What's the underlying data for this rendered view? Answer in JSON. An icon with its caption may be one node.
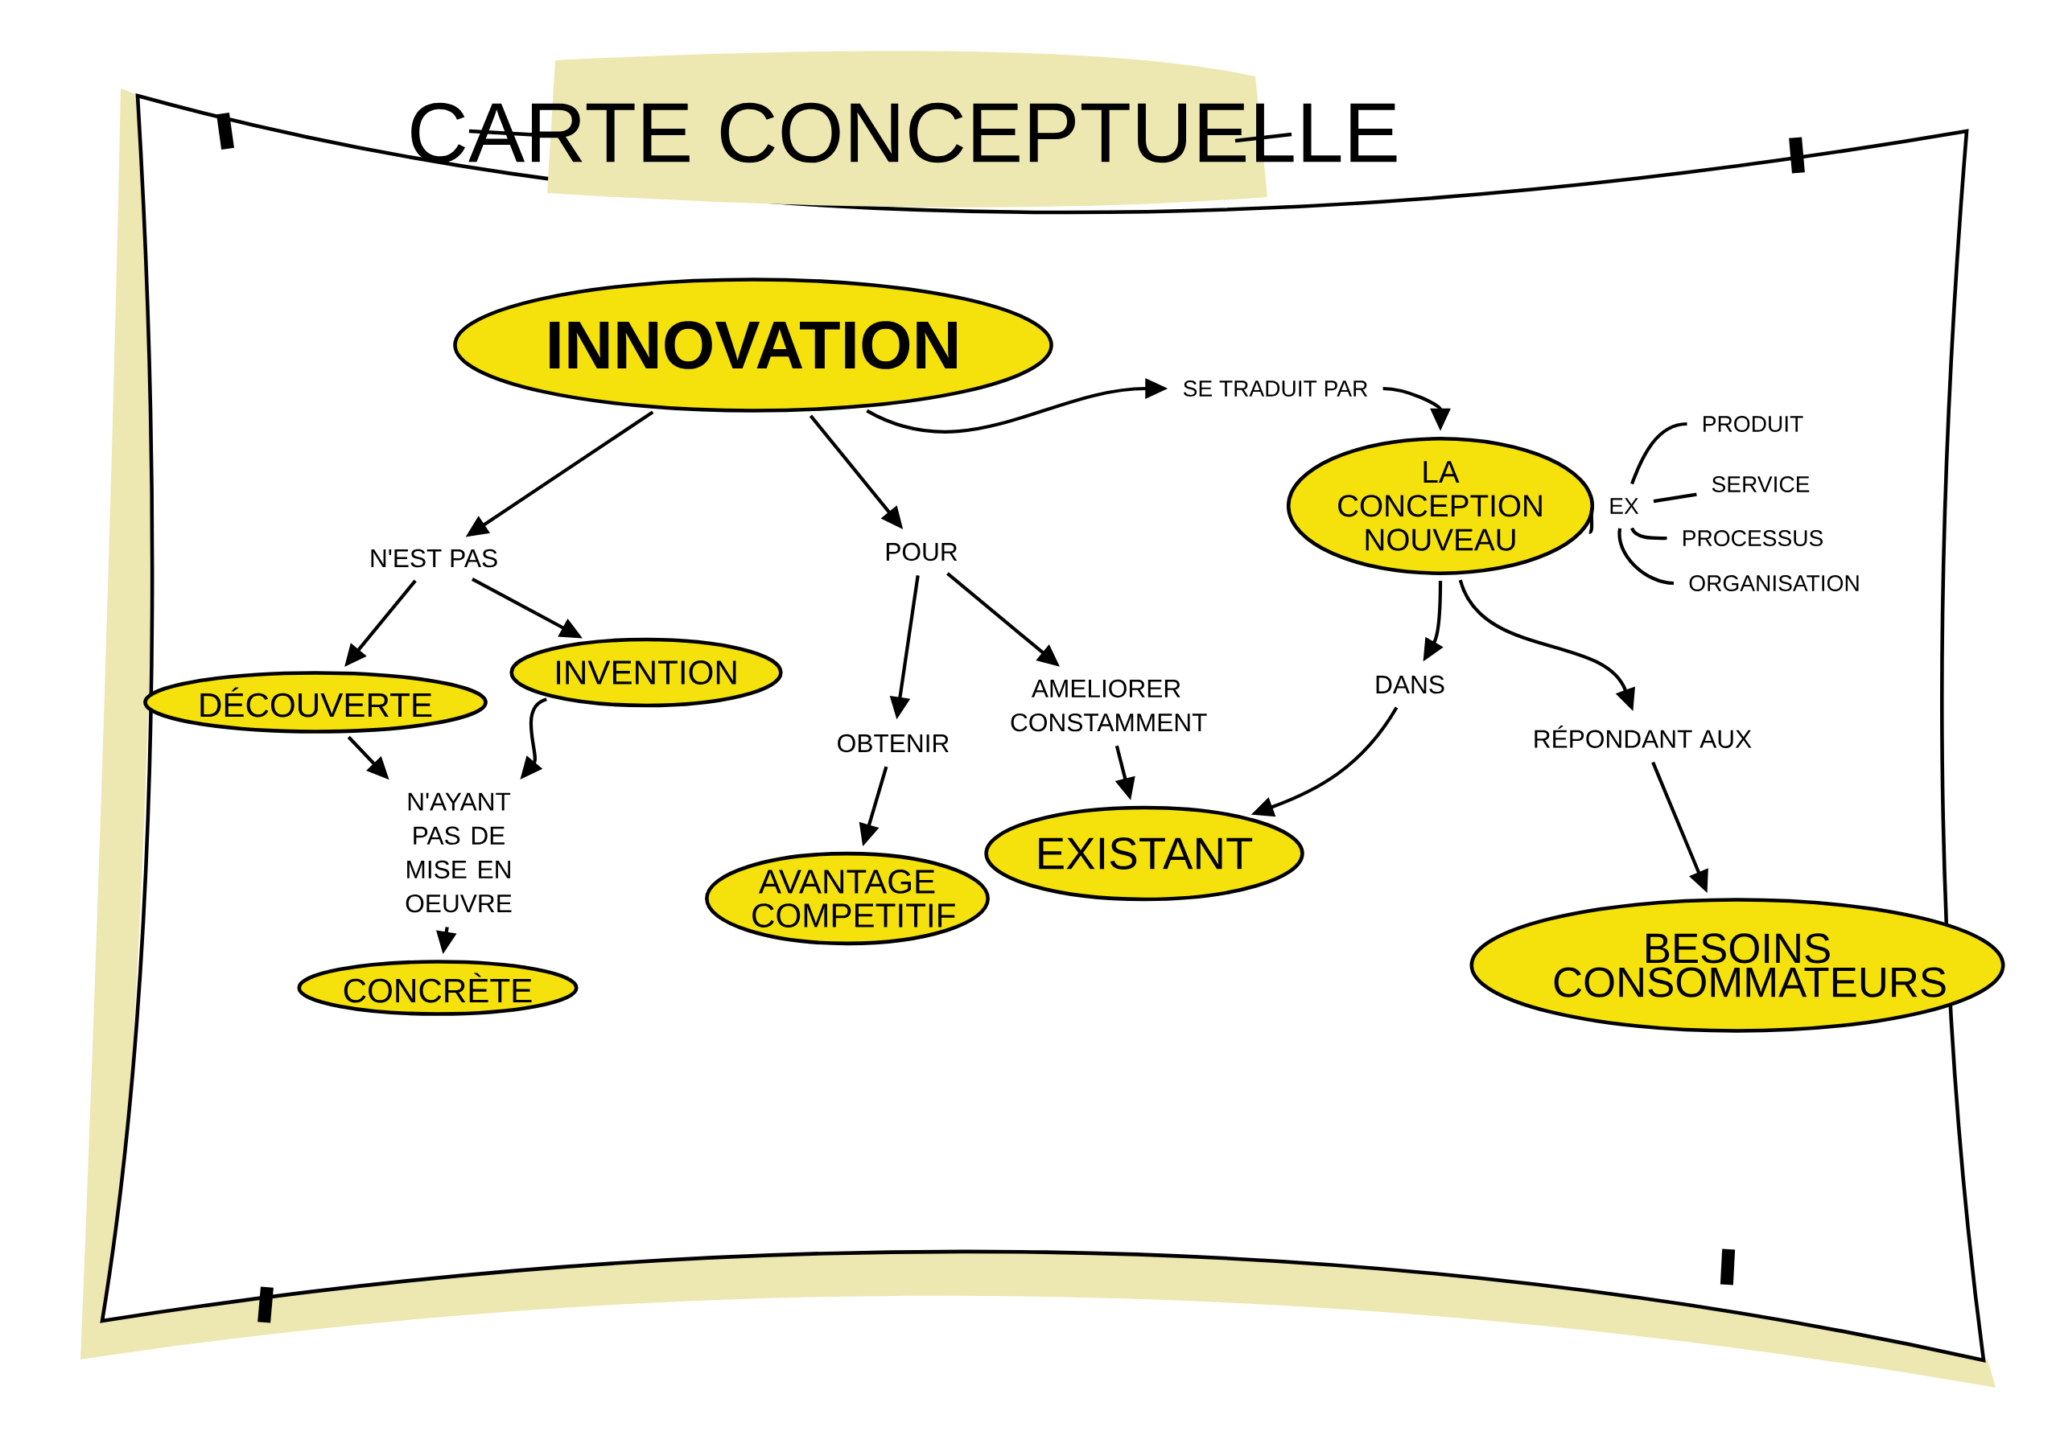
{
  "diagram": {
    "title": "CARTE CONCEPTUELLE",
    "nodes": [
      {
        "text": [
          "INNOVATION"
        ]
      },
      {
        "text": [
          "N'EST PAS"
        ]
      },
      {
        "text": [
          "POUR"
        ]
      },
      {
        "text": [
          "SE TRADUIT PAR"
        ]
      },
      {
        "text": [
          "LA CONCEPTION NOUVEAU"
        ]
      },
      {
        "text": [
          "EX"
        ]
      },
      {
        "text": [
          "PRODUIT"
        ]
      },
      {
        "text": [
          "SERVICE"
        ]
      },
      {
        "text": [
          "PROCESSUS"
        ]
      },
      {
        "text": [
          "ORGANISATION"
        ]
      },
      {
        "text": [
          "DÉCOUVERTE"
        ]
      },
      {
        "text": [
          "INVENTION"
        ]
      },
      {
        "text": [
          "N'AYANT PAS DE MISE EN OEUVRE"
        ]
      },
      {
        "text": [
          "CONCRÈTE"
        ]
      },
      {
        "text": [
          "OBTENIR"
        ]
      },
      {
        "text": [
          "AMELIORER CONSTAMMENT"
        ]
      },
      {
        "text": [
          "AVANTAGE COMPETITIF"
        ]
      },
      {
        "text": [
          "EXISTANT"
        ]
      },
      {
        "text": [
          "DANS"
        ]
      },
      {
        "text": [
          "RÉPONDANT AUX"
        ]
      },
      {
        "text": [
          "BESOINS CONSOMMATEURS"
        ]
      }
    ],
    "edges": [
      {
        "from": 0,
        "to": 1,
        "arrow": "to"
      },
      {
        "from": 1,
        "to": 10,
        "arrow": "to"
      },
      {
        "from": 1,
        "to": 11,
        "arrow": "to"
      },
      {
        "from": 10,
        "to": 12,
        "arrow": "to"
      },
      {
        "from": 11,
        "to": 12,
        "arrow": "to"
      },
      {
        "from": 12,
        "to": 13,
        "arrow": "to"
      },
      {
        "from": 0,
        "to": 2,
        "arrow": "to"
      },
      {
        "from": 2,
        "to": 14,
        "arrow": "to"
      },
      {
        "from": 14,
        "to": 16,
        "arrow": "to"
      },
      {
        "from": 2,
        "to": 15,
        "arrow": "to"
      },
      {
        "from": 15,
        "to": 17,
        "arrow": "to"
      },
      {
        "from": 0,
        "to": 3,
        "arrow": "to"
      },
      {
        "from": 3,
        "to": 4,
        "arrow": "to"
      },
      {
        "from": 4,
        "to": 5,
        "arrow": "none"
      },
      {
        "from": 5,
        "to": 6,
        "arrow": "none"
      },
      {
        "from": 5,
        "to": 7,
        "arrow": "none"
      },
      {
        "from": 5,
        "to": 8,
        "arrow": "none"
      },
      {
        "from": 5,
        "to": 9,
        "arrow": "none"
      },
      {
        "from": 4,
        "to": 18,
        "arrow": "to"
      },
      {
        "from": 18,
        "to": 17,
        "arrow": "to"
      },
      {
        "from": 4,
        "to": 19,
        "arrow": "to"
      },
      {
        "from": 19,
        "to": 20,
        "arrow": "to"
      }
    ]
  }
}
